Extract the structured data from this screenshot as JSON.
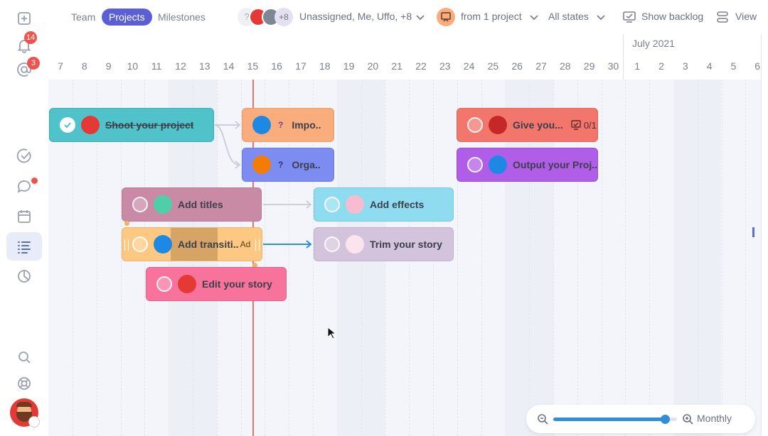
{
  "topbar": {
    "tabs": [
      {
        "label": "Team"
      },
      {
        "label": "Projects"
      },
      {
        "label": "Milestones"
      }
    ],
    "assignees_unknown": "?",
    "assignees_more": "+8",
    "assignees_label": "Unassigned, Me, Uffo, +8",
    "project_filter": "from 1 project",
    "state_filter": "All states",
    "backlog_label": "Show backlog",
    "view_label": "View"
  },
  "sidebar": {
    "notifications_count": "14",
    "mentions_count": "3"
  },
  "timeline": {
    "month": "July 2021",
    "days": [
      "7",
      "8",
      "9",
      "10",
      "11",
      "12",
      "13",
      "14",
      "15",
      "16",
      "17",
      "18",
      "19",
      "20",
      "21",
      "22",
      "23",
      "24",
      "25",
      "26",
      "27",
      "28",
      "29",
      "30",
      "1",
      "2",
      "3",
      "4",
      "5",
      "6"
    ]
  },
  "tasks": [
    {
      "label": "Shoot your project",
      "color": "#4fc3c9",
      "done": true
    },
    {
      "label": "Impo..",
      "color": "#f9ad7c",
      "question": "?"
    },
    {
      "label": "Orga..",
      "color": "#7c8cf0",
      "question": "?"
    },
    {
      "label": "Give you...",
      "color": "#f2766b",
      "subtasks": "0/1"
    },
    {
      "label": "Output your Proj..",
      "color": "#b05ee8"
    },
    {
      "label": "Add titles",
      "color": "#c98aa6"
    },
    {
      "label": "Add effects",
      "color": "#8fdcf0"
    },
    {
      "label": "Add transiti..",
      "color": "#fcc882",
      "extra": "Ad"
    },
    {
      "label": "Trim your story",
      "color": "#d3c3dc"
    },
    {
      "label": "Edit your story",
      "color": "#f7739b"
    }
  ],
  "zoom": {
    "label": "Monthly",
    "level_percent": 90
  },
  "colors": {
    "accent": "#5b5fd6",
    "today_line": "#e57373"
  }
}
